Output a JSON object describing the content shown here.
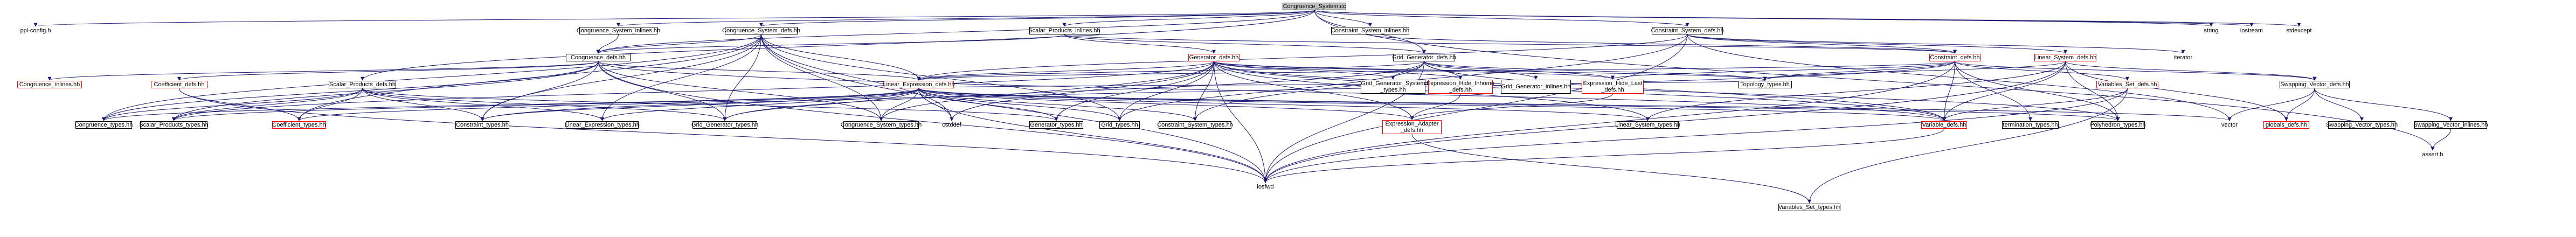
{
  "colors": {
    "edge": "#191970",
    "red_border": "#ff0000",
    "root_fill": "#bfbfbf"
  },
  "nodes": [
    {
      "id": "congruence_system_cc",
      "label": "Congruence_System.cc",
      "kind": "root"
    },
    {
      "id": "ppl_config_h",
      "label": "ppl-config.h",
      "kind": "plain"
    },
    {
      "id": "congruence_system_inlines_hh",
      "label": "Congruence_System_inlines.hh",
      "kind": "normal"
    },
    {
      "id": "congruence_system_defs_hh",
      "label": "Congruence_System_defs.hh",
      "kind": "normal"
    },
    {
      "id": "scalar_products_inlines_hh",
      "label": "Scalar_Products_inlines.hh",
      "kind": "normal"
    },
    {
      "id": "constraint_system_inlines_hh",
      "label": "Constraint_System_inlines.hh",
      "kind": "normal"
    },
    {
      "id": "constraint_system_defs_hh",
      "label": "Constraint_System_defs.hh",
      "kind": "normal"
    },
    {
      "id": "string",
      "label": "string",
      "kind": "plain"
    },
    {
      "id": "iostream",
      "label": "iostream",
      "kind": "plain"
    },
    {
      "id": "stdexcept",
      "label": "stdexcept",
      "kind": "plain"
    },
    {
      "id": "congruence_defs_hh",
      "label": "Congruence_defs.hh",
      "kind": "normal"
    },
    {
      "id": "generator_defs_hh",
      "label": "Generator_defs.hh",
      "kind": "red"
    },
    {
      "id": "grid_generator_defs_hh",
      "label": "Grid_Generator_defs.hh",
      "kind": "normal"
    },
    {
      "id": "constraint_defs_hh",
      "label": "Constraint_defs.hh",
      "kind": "red"
    },
    {
      "id": "linear_system_defs_hh",
      "label": "Linear_System_defs.hh",
      "kind": "red"
    },
    {
      "id": "iterator",
      "label": "iterator",
      "kind": "plain"
    },
    {
      "id": "congruence_inlines_hh",
      "label": "Congruence_inlines.hh",
      "kind": "red"
    },
    {
      "id": "coefficient_defs_hh",
      "label": "Coefficient_defs.hh",
      "kind": "red"
    },
    {
      "id": "scalar_products_defs_hh",
      "label": "Scalar_Products_defs.hh",
      "kind": "normal"
    },
    {
      "id": "linear_expression_defs_hh",
      "label": "Linear_Expression_defs.hh",
      "kind": "red"
    },
    {
      "id": "grid_generator_system_types_hh",
      "label": "Grid_Generator_System\n_types.hh",
      "kind": "normal"
    },
    {
      "id": "expression_hide_inhomo_defs_hh",
      "label": "Expression_Hide_Inhomo\n_defs.hh",
      "kind": "red"
    },
    {
      "id": "grid_generator_inlines_hh",
      "label": "Grid_Generator_inlines.hh",
      "kind": "normal"
    },
    {
      "id": "expression_hide_last_defs_hh",
      "label": "Expression_Hide_Last\n_defs.hh",
      "kind": "red"
    },
    {
      "id": "topology_types_hh",
      "label": "Topology_types.hh",
      "kind": "normal"
    },
    {
      "id": "variables_set_defs_hh",
      "label": "Variables_Set_defs.hh",
      "kind": "red"
    },
    {
      "id": "swapping_vector_defs_hh",
      "label": "Swapping_Vector_defs.hh",
      "kind": "normal"
    },
    {
      "id": "congruence_types_hh",
      "label": "Congruence_types.hh",
      "kind": "normal"
    },
    {
      "id": "scalar_products_types_hh",
      "label": "Scalar_Products_types.hh",
      "kind": "normal"
    },
    {
      "id": "coefficient_types_hh",
      "label": "Coefficient_types.hh",
      "kind": "red"
    },
    {
      "id": "constraint_types_hh",
      "label": "Constraint_types.hh",
      "kind": "normal"
    },
    {
      "id": "linear_expression_types_hh",
      "label": "Linear_Expression_types.hh",
      "kind": "normal"
    },
    {
      "id": "grid_generator_types_hh",
      "label": "Grid_Generator_types.hh",
      "kind": "normal"
    },
    {
      "id": "congruence_system_types_hh",
      "label": "Congruence_System_types.hh",
      "kind": "normal"
    },
    {
      "id": "cstddef",
      "label": "cstddef",
      "kind": "plain"
    },
    {
      "id": "generator_types_hh",
      "label": "Generator_types.hh",
      "kind": "normal"
    },
    {
      "id": "grid_types_hh",
      "label": "Grid_types.hh",
      "kind": "normal"
    },
    {
      "id": "constraint_system_types_hh",
      "label": "Constraint_System_types.hh",
      "kind": "normal"
    },
    {
      "id": "expression_adapter_defs_hh",
      "label": "Expression_Adapter\n_defs.hh",
      "kind": "red"
    },
    {
      "id": "linear_system_types_hh",
      "label": "Linear_System_types.hh",
      "kind": "normal"
    },
    {
      "id": "variable_defs_hh",
      "label": "Variable_defs.hh",
      "kind": "red"
    },
    {
      "id": "termination_types_hh",
      "label": "termination_types.hh",
      "kind": "normal"
    },
    {
      "id": "polyhedron_types_hh",
      "label": "Polyhedron_types.hh",
      "kind": "normal"
    },
    {
      "id": "vector",
      "label": "vector",
      "kind": "plain"
    },
    {
      "id": "globals_defs_hh",
      "label": "globals_defs.hh",
      "kind": "red"
    },
    {
      "id": "swapping_vector_types_hh",
      "label": "Swapping_Vector_types.hh",
      "kind": "normal"
    },
    {
      "id": "swapping_vector_inlines_hh",
      "label": "Swapping_Vector_inlines.hh",
      "kind": "normal"
    },
    {
      "id": "assert_h",
      "label": "assert.h",
      "kind": "plain"
    },
    {
      "id": "iosfwd",
      "label": "iosfwd",
      "kind": "plain"
    },
    {
      "id": "variables_set_types_hh",
      "label": "Variables_Set_types.hh",
      "kind": "normal"
    }
  ],
  "edges": [
    [
      "congruence_system_cc",
      "ppl_config_h"
    ],
    [
      "congruence_system_cc",
      "congruence_system_inlines_hh"
    ],
    [
      "congruence_system_cc",
      "congruence_system_defs_hh"
    ],
    [
      "congruence_system_cc",
      "scalar_products_inlines_hh"
    ],
    [
      "congruence_system_cc",
      "constraint_system_inlines_hh"
    ],
    [
      "congruence_system_cc",
      "constraint_system_defs_hh"
    ],
    [
      "congruence_system_cc",
      "string"
    ],
    [
      "congruence_system_cc",
      "iostream"
    ],
    [
      "congruence_system_cc",
      "stdexcept"
    ],
    [
      "congruence_system_cc",
      "grid_generator_defs_hh"
    ],
    [
      "congruence_system_cc",
      "scalar_products_defs_hh"
    ],
    [
      "congruence_system_cc",
      "congruence_defs_hh"
    ],
    [
      "congruence_system_cc",
      "assert_h"
    ],
    [
      "congruence_system_inlines_hh",
      "congruence_defs_hh"
    ],
    [
      "congruence_system_defs_hh",
      "congruence_defs_hh"
    ],
    [
      "congruence_system_defs_hh",
      "linear_expression_defs_hh"
    ],
    [
      "congruence_system_defs_hh",
      "constraint_types_hh"
    ],
    [
      "congruence_system_defs_hh",
      "congruence_system_types_hh"
    ],
    [
      "congruence_system_defs_hh",
      "grid_types_hh"
    ],
    [
      "congruence_system_defs_hh",
      "cstddef"
    ],
    [
      "congruence_system_defs_hh",
      "iosfwd"
    ],
    [
      "congruence_system_defs_hh",
      "congruence_types_hh"
    ],
    [
      "congruence_system_defs_hh",
      "coefficient_types_hh"
    ],
    [
      "congruence_system_defs_hh",
      "linear_expression_types_hh"
    ],
    [
      "congruence_system_defs_hh",
      "grid_generator_types_hh"
    ],
    [
      "scalar_products_inlines_hh",
      "generator_defs_hh"
    ],
    [
      "scalar_products_inlines_hh",
      "grid_generator_defs_hh"
    ],
    [
      "scalar_products_inlines_hh",
      "constraint_defs_hh"
    ],
    [
      "scalar_products_inlines_hh",
      "congruence_defs_hh"
    ],
    [
      "constraint_system_inlines_hh",
      "constraint_defs_hh"
    ],
    [
      "constraint_system_defs_hh",
      "constraint_defs_hh"
    ],
    [
      "constraint_system_defs_hh",
      "linear_system_defs_hh"
    ],
    [
      "constraint_system_defs_hh",
      "iterator"
    ],
    [
      "constraint_system_defs_hh",
      "vector"
    ],
    [
      "constraint_system_defs_hh",
      "linear_expression_defs_hh"
    ],
    [
      "constraint_system_defs_hh",
      "iosfwd"
    ],
    [
      "constraint_system_defs_hh",
      "constraint_system_types_hh"
    ],
    [
      "congruence_defs_hh",
      "congruence_inlines_hh"
    ],
    [
      "congruence_defs_hh",
      "coefficient_defs_hh"
    ],
    [
      "congruence_defs_hh",
      "linear_expression_defs_hh"
    ],
    [
      "congruence_defs_hh",
      "scalar_products_types_hh"
    ],
    [
      "congruence_defs_hh",
      "congruence_types_hh"
    ],
    [
      "congruence_defs_hh",
      "constraint_types_hh"
    ],
    [
      "congruence_defs_hh",
      "grid_generator_types_hh"
    ],
    [
      "congruence_defs_hh",
      "congruence_system_types_hh"
    ],
    [
      "congruence_defs_hh",
      "iosfwd"
    ],
    [
      "congruence_defs_hh",
      "variable_defs_hh"
    ],
    [
      "generator_defs_hh",
      "linear_expression_defs_hh"
    ],
    [
      "generator_defs_hh",
      "grid_generator_system_types_hh"
    ],
    [
      "generator_defs_hh",
      "expression_hide_inhomo_defs_hh"
    ],
    [
      "generator_defs_hh",
      "expression_hide_last_defs_hh"
    ],
    [
      "generator_defs_hh",
      "topology_types_hh"
    ],
    [
      "generator_defs_hh",
      "generator_types_hh"
    ],
    [
      "generator_defs_hh",
      "grid_types_hh"
    ],
    [
      "generator_defs_hh",
      "constraint_system_types_hh"
    ],
    [
      "generator_defs_hh",
      "iosfwd"
    ],
    [
      "generator_defs_hh",
      "variable_defs_hh"
    ],
    [
      "generator_defs_hh",
      "polyhedron_types_hh"
    ],
    [
      "generator_defs_hh",
      "scalar_products_types_hh"
    ],
    [
      "generator_defs_hh",
      "expression_adapter_defs_hh"
    ],
    [
      "generator_defs_hh",
      "cstddef"
    ],
    [
      "generator_defs_hh",
      "congruence_system_types_hh"
    ],
    [
      "generator_defs_hh",
      "linear_system_types_hh"
    ],
    [
      "grid_generator_defs_hh",
      "grid_generator_system_types_hh"
    ],
    [
      "grid_generator_defs_hh",
      "grid_generator_inlines_hh"
    ],
    [
      "grid_generator_defs_hh",
      "expression_hide_inhomo_defs_hh"
    ],
    [
      "grid_generator_defs_hh",
      "expression_hide_last_defs_hh"
    ],
    [
      "grid_generator_defs_hh",
      "linear_expression_defs_hh"
    ],
    [
      "grid_generator_defs_hh",
      "topology_types_hh"
    ],
    [
      "grid_generator_defs_hh",
      "grid_generator_types_hh"
    ],
    [
      "grid_generator_defs_hh",
      "grid_types_hh"
    ],
    [
      "grid_generator_defs_hh",
      "variable_defs_hh"
    ],
    [
      "grid_generator_defs_hh",
      "iosfwd"
    ],
    [
      "constraint_defs_hh",
      "linear_expression_defs_hh"
    ],
    [
      "constraint_defs_hh",
      "expression_hide_last_defs_hh"
    ],
    [
      "constraint_defs_hh",
      "topology_types_hh"
    ],
    [
      "constraint_defs_hh",
      "variables_set_defs_hh"
    ],
    [
      "constraint_defs_hh",
      "swapping_vector_defs_hh"
    ],
    [
      "constraint_defs_hh",
      "constraint_types_hh"
    ],
    [
      "constraint_defs_hh",
      "polyhedron_types_hh"
    ],
    [
      "constraint_defs_hh",
      "termination_types_hh"
    ],
    [
      "constraint_defs_hh",
      "variable_defs_hh"
    ],
    [
      "constraint_defs_hh",
      "iosfwd"
    ],
    [
      "linear_system_defs_hh",
      "topology_types_hh"
    ],
    [
      "linear_system_defs_hh",
      "swapping_vector_defs_hh"
    ],
    [
      "linear_system_defs_hh",
      "linear_system_types_hh"
    ],
    [
      "linear_system_defs_hh",
      "polyhedron_types_hh"
    ],
    [
      "linear_system_defs_hh",
      "variable_defs_hh"
    ],
    [
      "linear_system_defs_hh",
      "iosfwd"
    ],
    [
      "linear_system_defs_hh",
      "globals_defs_hh"
    ],
    [
      "coefficient_defs_hh",
      "coefficient_types_hh"
    ],
    [
      "coefficient_defs_hh",
      "iosfwd"
    ],
    [
      "scalar_products_defs_hh",
      "scalar_products_types_hh"
    ],
    [
      "scalar_products_defs_hh",
      "coefficient_types_hh"
    ],
    [
      "scalar_products_defs_hh",
      "constraint_types_hh"
    ],
    [
      "scalar_products_defs_hh",
      "linear_expression_types_hh"
    ],
    [
      "scalar_products_defs_hh",
      "grid_generator_types_hh"
    ],
    [
      "scalar_products_defs_hh",
      "congruence_types_hh"
    ],
    [
      "scalar_products_defs_hh",
      "generator_types_hh"
    ],
    [
      "linear_expression_defs_hh",
      "congruence_types_hh"
    ],
    [
      "linear_expression_defs_hh",
      "scalar_products_types_hh"
    ],
    [
      "linear_expression_defs_hh",
      "coefficient_types_hh"
    ],
    [
      "linear_expression_defs_hh",
      "constraint_types_hh"
    ],
    [
      "linear_expression_defs_hh",
      "linear_expression_types_hh"
    ],
    [
      "linear_expression_defs_hh",
      "grid_generator_types_hh"
    ],
    [
      "linear_expression_defs_hh",
      "congruence_system_types_hh"
    ],
    [
      "linear_expression_defs_hh",
      "cstddef"
    ],
    [
      "linear_expression_defs_hh",
      "generator_types_hh"
    ],
    [
      "linear_expression_defs_hh",
      "grid_types_hh"
    ],
    [
      "linear_expression_defs_hh",
      "constraint_system_types_hh"
    ],
    [
      "linear_expression_defs_hh",
      "expression_adapter_defs_hh"
    ],
    [
      "linear_expression_defs_hh",
      "linear_system_types_hh"
    ],
    [
      "linear_expression_defs_hh",
      "variable_defs_hh"
    ],
    [
      "linear_expression_defs_hh",
      "polyhedron_types_hh"
    ],
    [
      "linear_expression_defs_hh",
      "iosfwd"
    ],
    [
      "linear_expression_defs_hh",
      "vector"
    ],
    [
      "linear_expression_defs_hh",
      "topology_types_hh"
    ],
    [
      "expression_hide_inhomo_defs_hh",
      "expression_adapter_defs_hh"
    ],
    [
      "expression_hide_last_defs_hh",
      "expression_adapter_defs_hh"
    ],
    [
      "expression_adapter_defs_hh",
      "variables_set_types_hh"
    ],
    [
      "variables_set_defs_hh",
      "variables_set_types_hh"
    ],
    [
      "variables_set_defs_hh",
      "iosfwd"
    ],
    [
      "variables_set_defs_hh",
      "variable_defs_hh"
    ],
    [
      "variable_defs_hh",
      "iosfwd"
    ],
    [
      "swapping_vector_defs_hh",
      "swapping_vector_types_hh"
    ],
    [
      "swapping_vector_defs_hh",
      "swapping_vector_inlines_hh"
    ],
    [
      "swapping_vector_defs_hh",
      "vector"
    ],
    [
      "swapping_vector_defs_hh",
      "globals_defs_hh"
    ],
    [
      "swapping_vector_inlines_hh",
      "assert_h"
    ]
  ]
}
